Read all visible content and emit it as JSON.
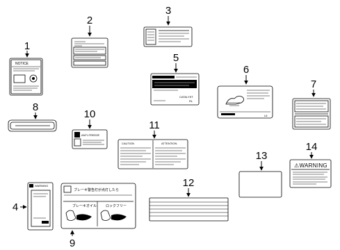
{
  "callouts": [
    "1",
    "2",
    "3",
    "4",
    "5",
    "6",
    "7",
    "8",
    "9",
    "10",
    "11",
    "12",
    "13",
    "14"
  ],
  "labels": {
    "notice": "NOTICE",
    "catalyst": "CATALYST",
    "catalyst_code": "RL",
    "l6_code": "L6",
    "caution": "CAUTION",
    "attention": "ATTENTION",
    "warning": "⚠WARNING",
    "label10_head": "ANTI-FREEZE",
    "label4_head": "WARNING",
    "label9_head": "ブレーキ警告灯が点灯したら",
    "label9_left": "ブレーキオイル",
    "label9_right": "ロックフリー"
  },
  "colors": {
    "ink": "#000000",
    "background": "#ffffff"
  }
}
